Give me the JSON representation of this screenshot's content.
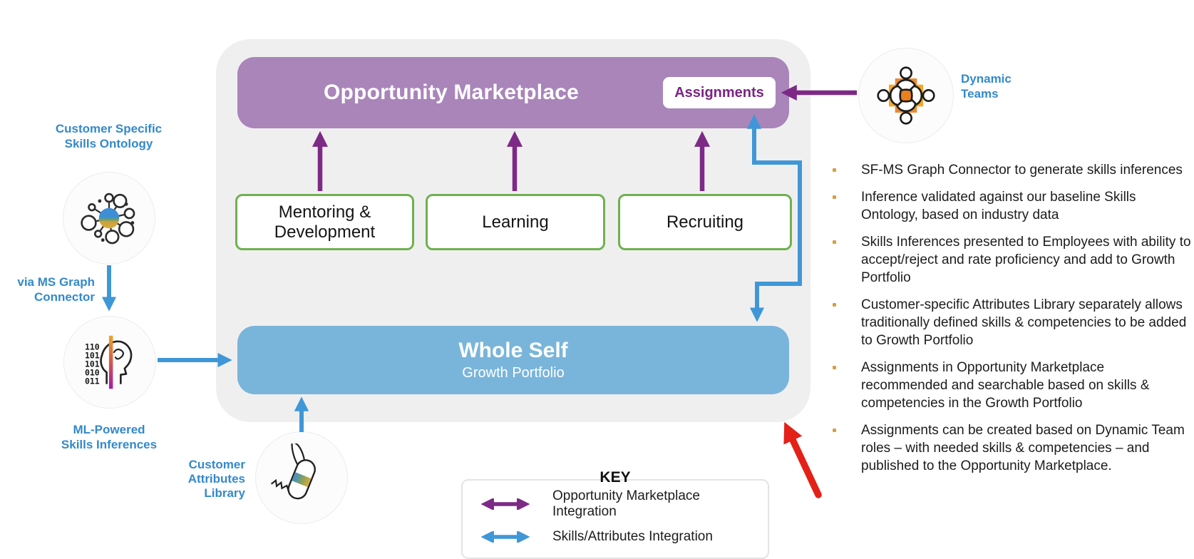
{
  "marketplace": {
    "title": "Opportunity Marketplace",
    "assignments_button": "Assignments"
  },
  "modules": [
    {
      "label": "Mentoring & Development"
    },
    {
      "label": "Learning"
    },
    {
      "label": "Recruiting"
    }
  ],
  "whole_self": {
    "title": "Whole Self",
    "subtitle": "Growth Portfolio"
  },
  "left_rail": {
    "skills_ontology_label": "Customer Specific\nSkills Ontology",
    "via_connector_label": "via MS Graph\nConnector",
    "ml_inferences_label": "ML-Powered\nSkills Inferences",
    "attributes_library_label": "Customer\nAttributes\nLibrary",
    "ml_icon_binary": [
      "110",
      "101",
      "101",
      "010",
      "011"
    ]
  },
  "dynamic_teams": {
    "label": "Dynamic\nTeams"
  },
  "notes": {
    "bullets": [
      "SF-MS Graph Connector to generate skills inferences",
      "Inference validated against our baseline Skills Ontology, based on industry data",
      "Skills Inferences presented to Employees with ability to accept/reject and rate proficiency and add to Growth Portfolio",
      "Customer-specific Attributes Library separately allows traditionally defined skills & competencies to be added to Growth Portfolio",
      "Assignments in Opportunity Marketplace recommended and searchable based on skills & competencies in the Growth Portfolio",
      "Assignments can be created based on Dynamic Team roles – with needed skills & competencies – and published to the Opportunity Marketplace."
    ]
  },
  "legend": {
    "title": "KEY",
    "items": [
      {
        "label": "Opportunity Marketplace Integration",
        "color": "#7d2a87"
      },
      {
        "label": "Skills/Attributes Integration",
        "color": "#3f97d7"
      }
    ]
  },
  "colors": {
    "marketplace_purple": "#a985ba",
    "marketplace_arrow_purple": "#7d2a87",
    "skills_arrow_blue": "#3f97d7",
    "whole_self_blue": "#79b5da",
    "module_border_green": "#6fb14f",
    "label_blue": "#3389cb",
    "assignments_text_purple": "#7b2483",
    "callout_red": "#e32119",
    "bullet_dot_orange": "#d89c3e",
    "panel_gray": "#f0eff0"
  }
}
